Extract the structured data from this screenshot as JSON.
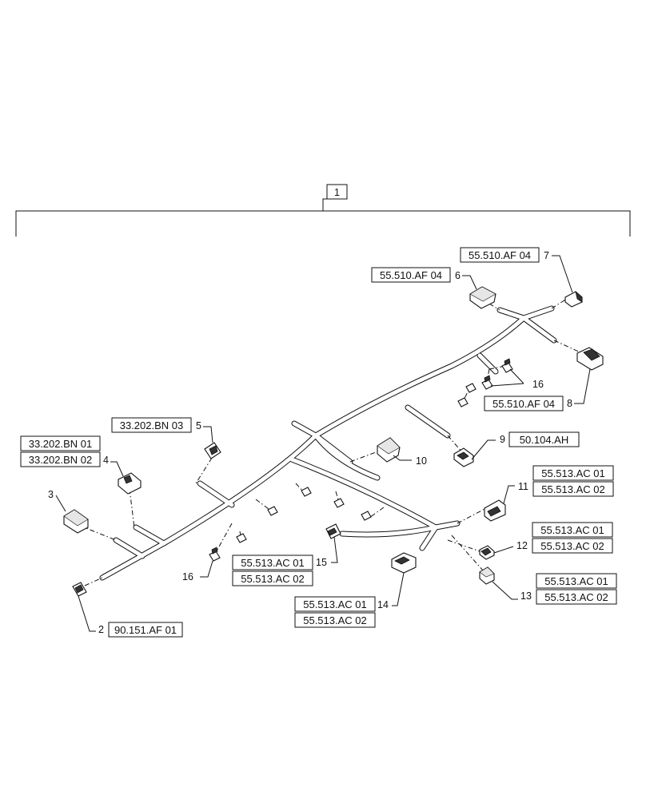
{
  "assembly": {
    "item": "1"
  },
  "refs": {
    "r2": "90.151.AF 01",
    "r4a": "33.202.BN 01",
    "r4b": "33.202.BN 02",
    "r5": "33.202.BN 03",
    "r6": "55.510.AF 04",
    "r7": "55.510.AF 04",
    "r8": "55.510.AF 04",
    "r9": "50.104.AH",
    "r11a": "55.513.AC 01",
    "r11b": "55.513.AC 02",
    "r12a": "55.513.AC 01",
    "r12b": "55.513.AC 02",
    "r13a": "55.513.AC 01",
    "r13b": "55.513.AC 02",
    "r14a": "55.513.AC 01",
    "r14b": "55.513.AC 02",
    "r15a": "55.513.AC 01",
    "r15b": "55.513.AC 02"
  },
  "items": {
    "n2": "2",
    "n3": "3",
    "n4": "4",
    "n5": "5",
    "n6": "6",
    "n7": "7",
    "n8": "8",
    "n9": "9",
    "n10": "10",
    "n11": "11",
    "n12": "12",
    "n13": "13",
    "n14": "14",
    "n15": "15",
    "n16a": "16",
    "n16b": "16"
  }
}
